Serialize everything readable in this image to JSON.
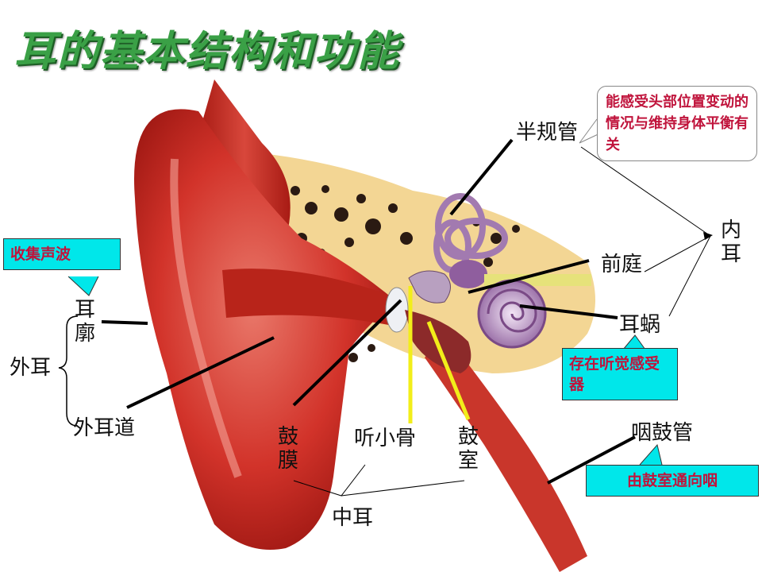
{
  "title": "耳的基本结构和功能",
  "labels": {
    "semicircular": "半规管",
    "vestibule": "前庭",
    "cochlea": "耳蜗",
    "eustachian": "咽鼓管",
    "inner_ear": "内耳",
    "pinna": "耳廓",
    "outer_ear": "外耳",
    "ear_canal": "外耳道",
    "eardrum": "鼓膜",
    "ossicles": "听小骨",
    "tympanic": "鼓室",
    "middle_ear": "中耳"
  },
  "callouts": {
    "collect": "收集声波",
    "balance": "能感受头部位置变动的情况与维持身体平衡有关",
    "hearing": "存在听觉感受器",
    "eustachian_note": "由鼓室通向咽"
  },
  "colors": {
    "title": "#3aa046",
    "callout_bg": "#00e7ea",
    "callout_text": "#c0143c",
    "ossicle_line": "#f2ee1a"
  }
}
